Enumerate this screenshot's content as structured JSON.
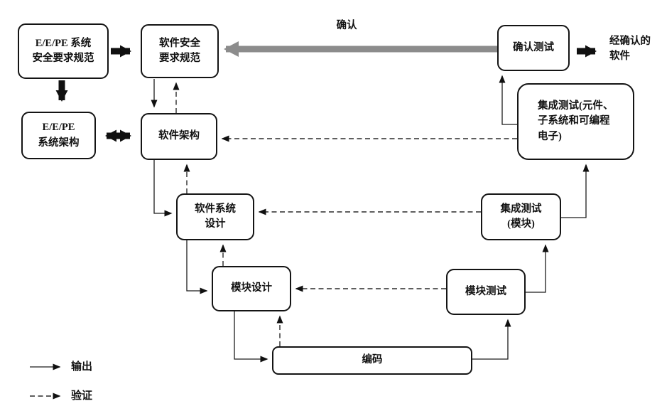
{
  "diagram": {
    "boxes": {
      "eepe_srs": "E/E/PE 系统\n安全要求规范",
      "sw_srs": "软件安全\n要求规范",
      "eepe_arch": "E/E/PE\n系统架构",
      "sw_arch": "软件架构",
      "sw_sys_design": "软件系统\n设计",
      "module_design": "模块设计",
      "coding": "编码",
      "module_test": "模块测试",
      "integration_test_module": "集成测试\n(模块)",
      "integration_test_pe": "集成测试(元件、\n子系统和可编程\n电子)",
      "validation_test": "确认测试"
    },
    "labels": {
      "validated_software": "经确认的\n软件",
      "validation_arrow": "确认"
    },
    "legend": {
      "output": "输出",
      "verification": "验证"
    },
    "colors": {
      "line": "#1c1c1c",
      "thick_arrow": "#101010",
      "validation_arrow": "#8c8c8c",
      "box_border": "#141414",
      "box_fill": "#ffffff",
      "background": "#ffffff"
    }
  }
}
